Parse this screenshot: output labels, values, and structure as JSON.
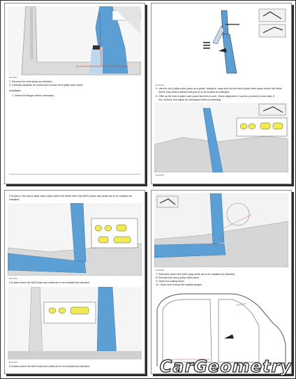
{
  "watermark": "CarGeometry",
  "pages": {
    "p1": {
      "step_ref": "E175741",
      "line_a": "2.  Remove the weld studs as indicated.",
      "line_b": "3.  Carefully separate the joints and remove the A-pillar outer panel.",
      "section": "Installation",
      "step1": "1.  Dress the flanges where necessary."
    },
    "p2": {
      "ref_a": "E175742",
      "step_a": "4.  Use the old A-pillar outer panel as a guide. Measure, mark and cut the new A-pillar outer panel where the Metal",
      "step_a2": "Active Gas (MAG) welded butt joint is to be located as indicated.",
      "step_b": "5.  Offer up the new A-pillar outer panel and trim to size. Check alignment, if correct, proceed to next step, if",
      "step_b2": "not, recheck and adjust as necessary before proceeding.",
      "ref_b": "E175743"
    },
    "p3": {
      "top": "Cut slots in the new A-pillar outer panel where the Metal Inert Gas (MIG) braze slot welds are to be installed as",
      "top2": "indicated.",
      "ref_a": "E175744",
      "mid": "Cut slots where the MIG braze slot welds are to be installed as indicated.",
      "ref_b": "E175745",
      "bot": "Cut slots where the MIG braze slot welds are to be installed as indicated."
    },
    "p4": {
      "ref": "E175746",
      "step7": "7.  Drill holes where the MAG plug welds are to be installed as indicated.",
      "step8": "8.  Remove the new A-pillar outer panel.",
      "step9": "9.  Clean the mating faces.",
      "step10": "10. Clean and remove the mating flanges."
    }
  },
  "colors": {
    "panel_blue": "#5b9fd4",
    "weld_yellow": "#f0ea55",
    "ink": "#222222"
  },
  "icons": [
    "spot-weld-gun-icon",
    "weld-torch-icon",
    "drill-icon",
    "cutter-icon"
  ]
}
